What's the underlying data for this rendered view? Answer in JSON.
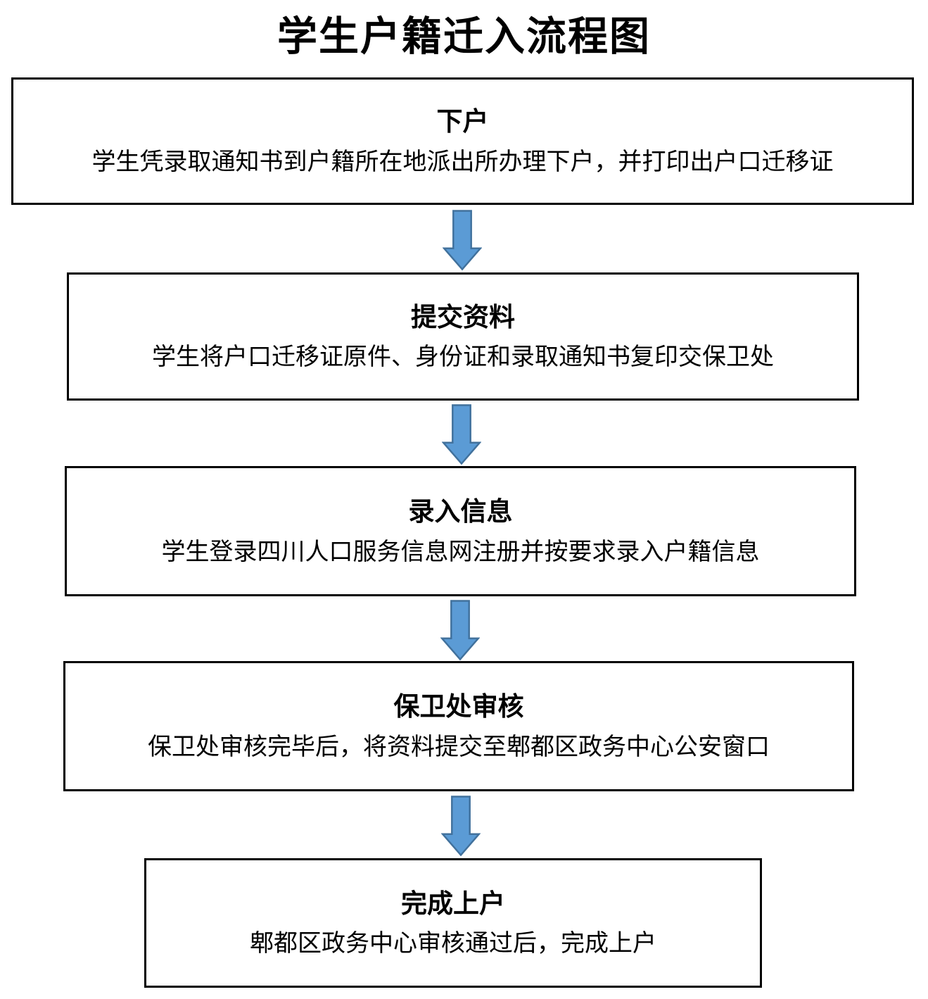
{
  "page": {
    "title": "学生户籍迁入流程图"
  },
  "flowchart": {
    "steps": [
      {
        "heading": "下户",
        "description": "学生凭录取通知书到户籍所在地派出所办理下户，并打印出户口迁移证"
      },
      {
        "heading": "提交资料",
        "description": "学生将户口迁移证原件、身份证和录取通知书复印交保卫处"
      },
      {
        "heading": "录入信息",
        "description": "学生登录四川人口服务信息网注册并按要求录入户籍信息"
      },
      {
        "heading": "保卫处审核",
        "description": "保卫处审核完毕后，将资料提交至郫都区政务中心公安窗口"
      },
      {
        "heading": "完成上户",
        "description": "郫都区政务中心审核通过后，完成上户"
      }
    ],
    "colors": {
      "arrow_fill": "#5B9BD5",
      "arrow_border": "#41719C",
      "box_border": "#000000",
      "text": "#000000"
    }
  }
}
